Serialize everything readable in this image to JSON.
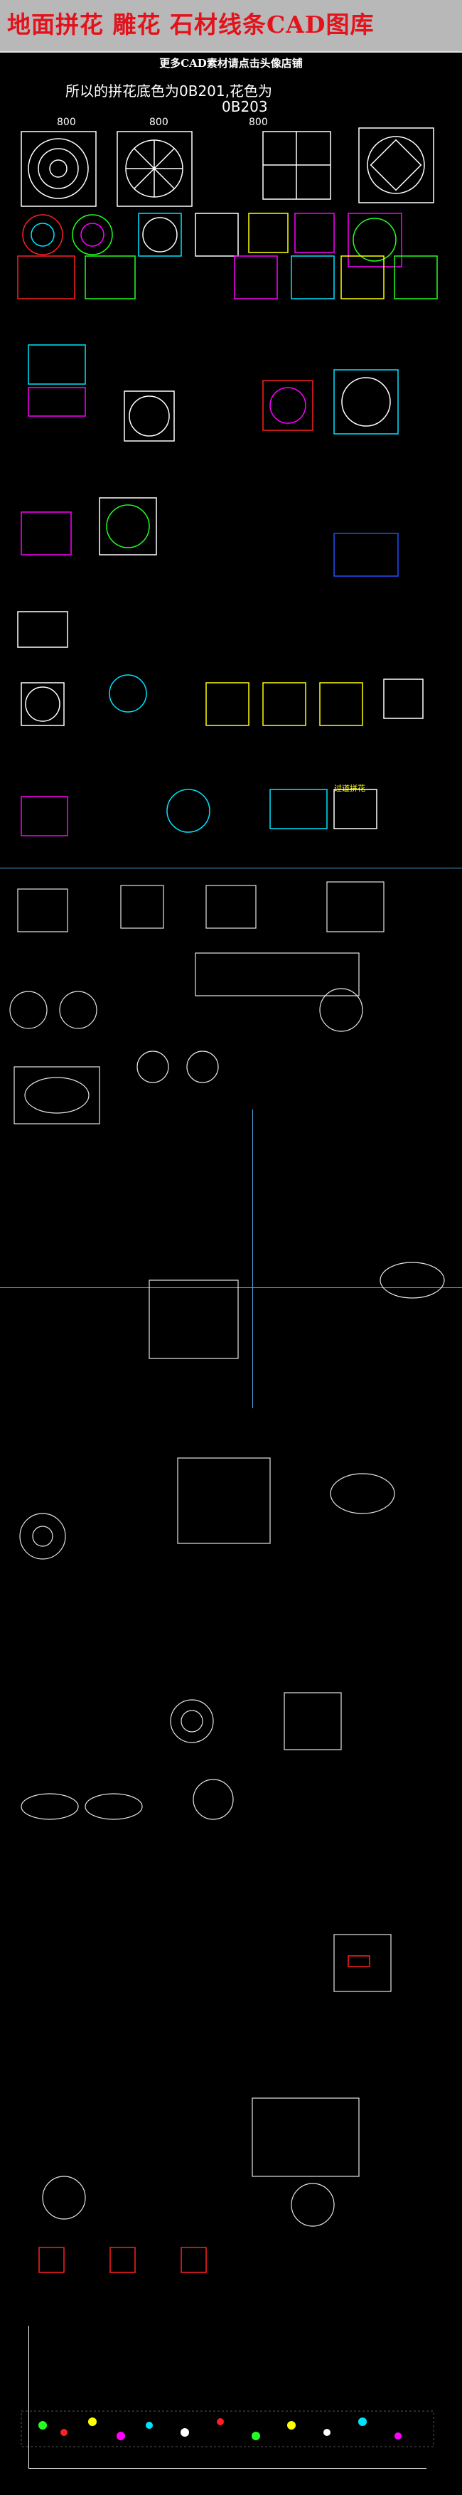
{
  "banner": {
    "title": "地面拼花  雕花  石材线条CAD图库",
    "subtitle": "更多CAD素材请点击头像店铺"
  },
  "notes": {
    "line1": "所以的拼花底色为0B201,花色为",
    "line2": "0B203",
    "dim_a": "800",
    "dim_b": "800",
    "dim_c": "800",
    "yellow_label": "过道拼花"
  },
  "colors": {
    "banner_bg": "#b8b8b8",
    "title_red": "#e3121b",
    "cad_cyan": "#00e5ff",
    "cad_magenta": "#ff00ff",
    "cad_red": "#ff2020",
    "cad_green": "#20ff20",
    "cad_yellow": "#ffff00",
    "cad_blue": "#2050ff",
    "axis_blue": "#4aa3df"
  }
}
